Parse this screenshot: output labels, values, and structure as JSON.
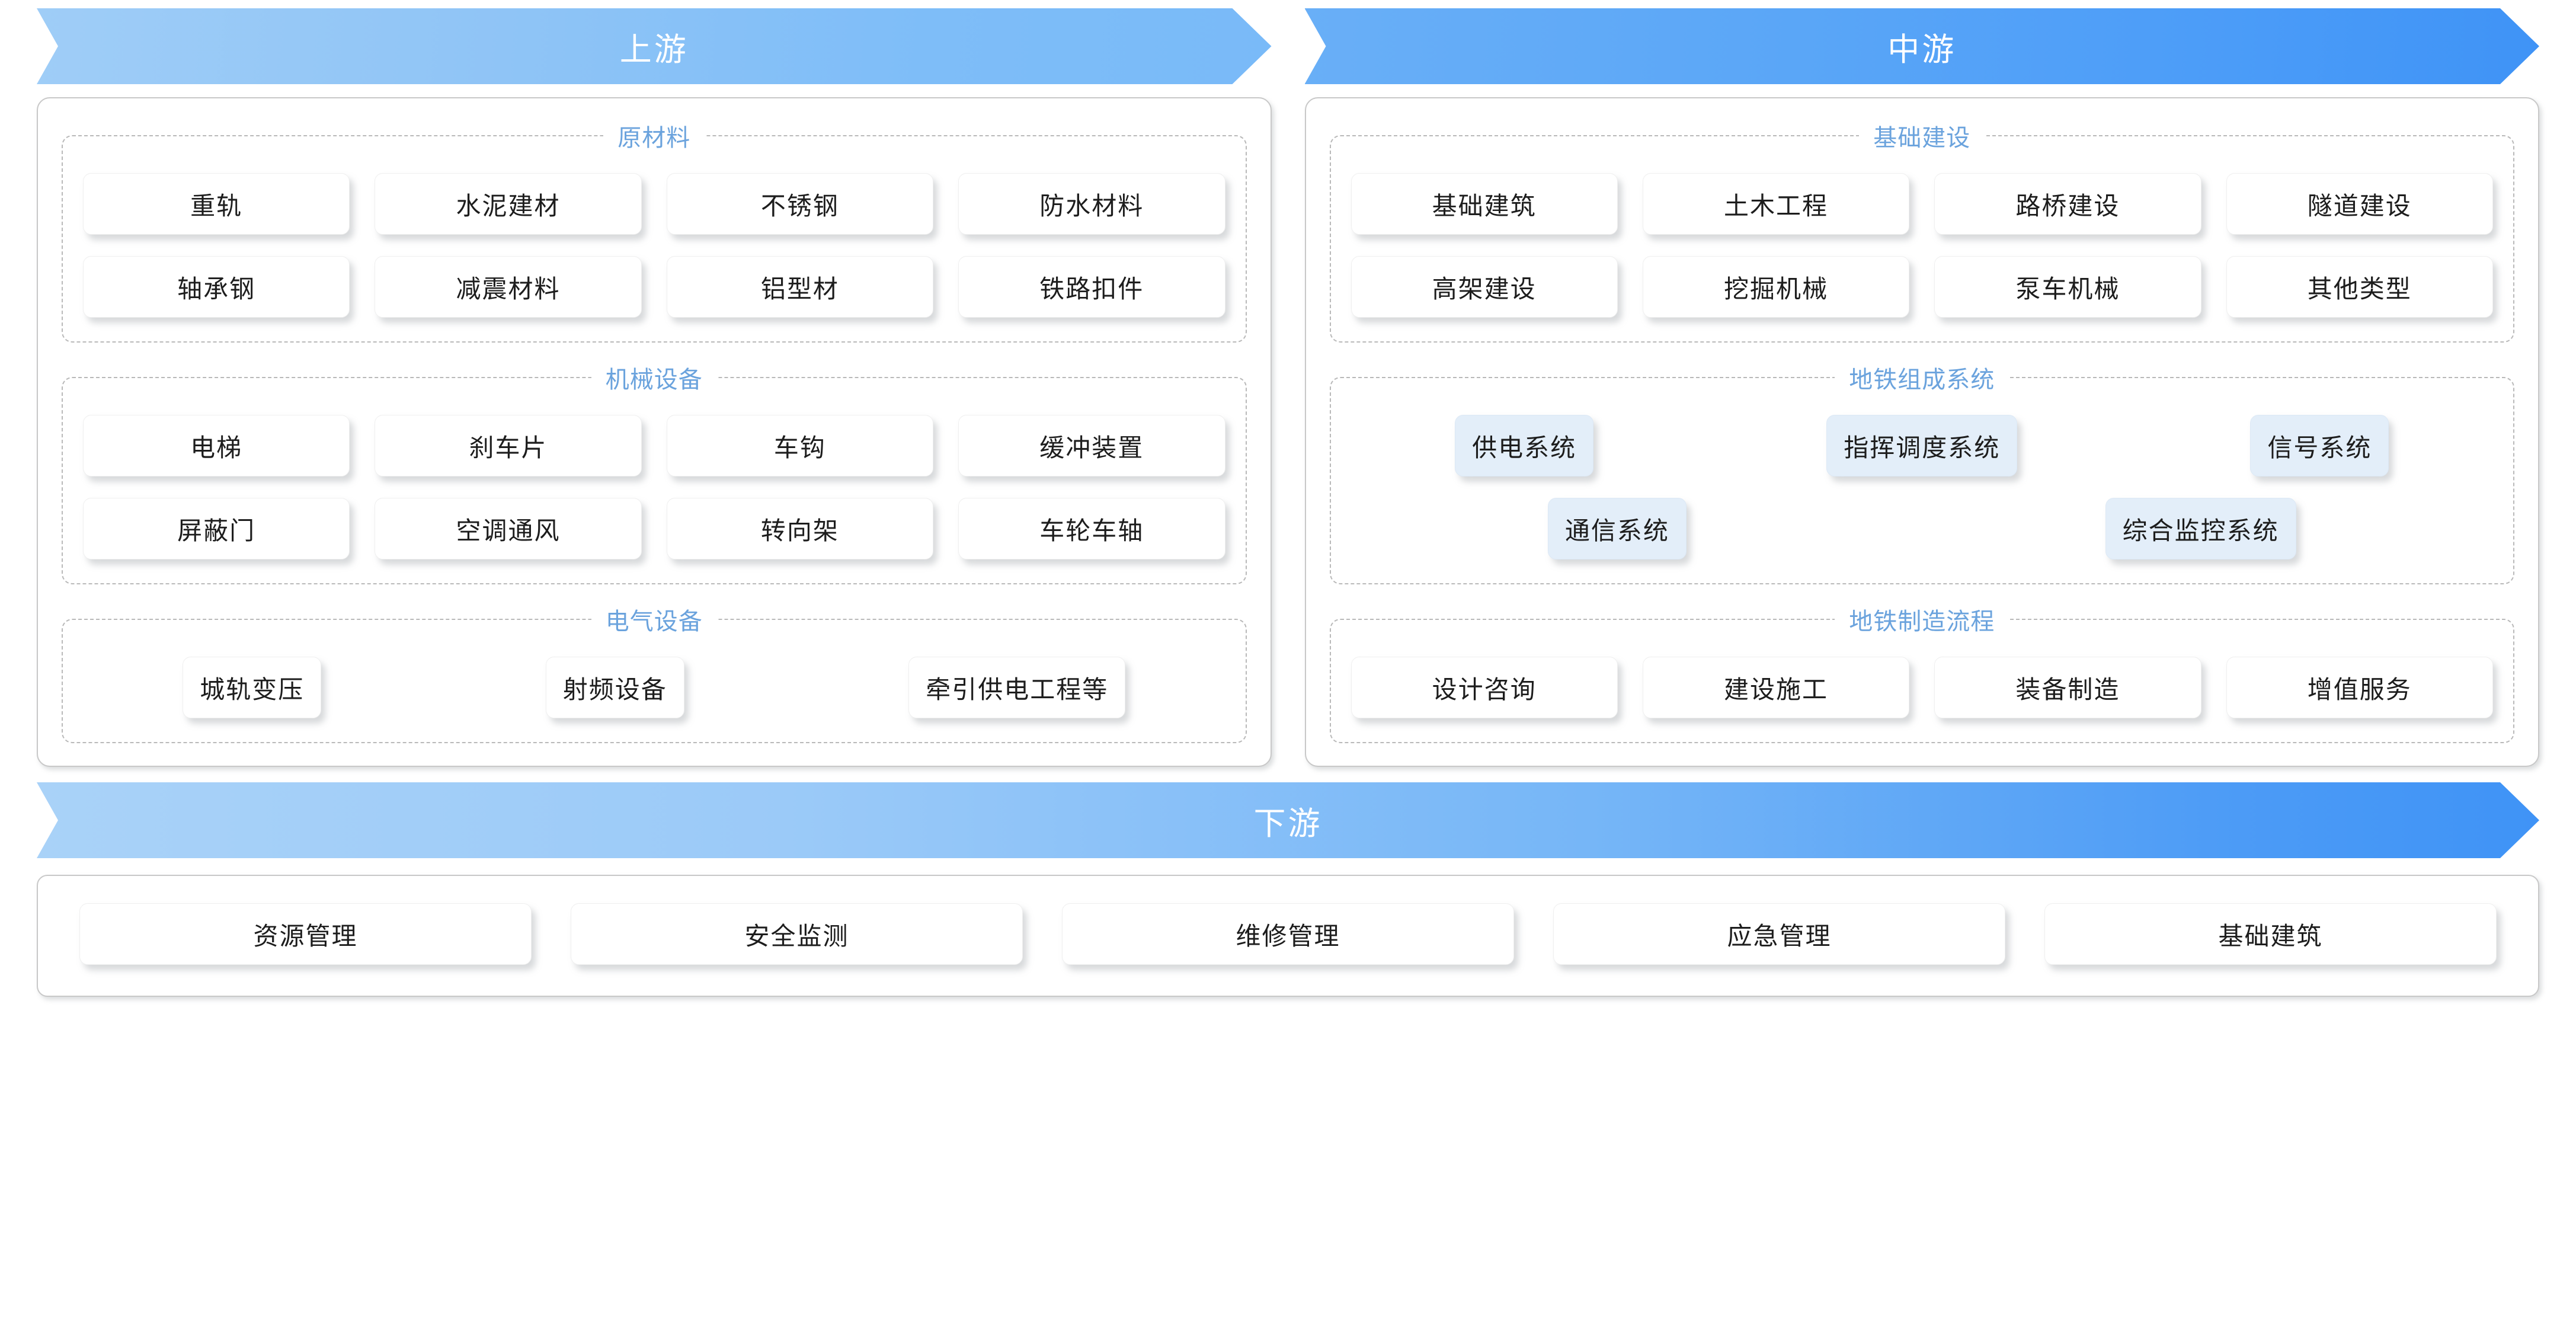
{
  "banners": {
    "upstream": "上游",
    "midstream": "中游",
    "downstream": "下游"
  },
  "colors": {
    "section_title": "#6ba3dd",
    "banner_upstream": "#8fc4f6",
    "banner_midstream": "#4b9cf8",
    "banner_downstream": "#76b6f7",
    "chip_tinted": "#e3eef9",
    "card_border": "#c8c8c8",
    "group_border": "#b9b9b9"
  },
  "upstream": {
    "groups": [
      {
        "title": "原材料",
        "rows": [
          [
            "重轨",
            "水泥建材",
            "不锈钢",
            "防水材料"
          ],
          [
            "轴承钢",
            "减震材料",
            "铝型材",
            "铁路扣件"
          ]
        ]
      },
      {
        "title": "机械设备",
        "rows": [
          [
            "电梯",
            "刹车片",
            "车钩",
            "缓冲装置"
          ],
          [
            "屏蔽门",
            "空调通风",
            "转向架",
            "车轮车轴"
          ]
        ]
      },
      {
        "title": "电气设备",
        "rows": [
          [
            "城轨变压",
            "射频设备",
            "牵引供电工程等"
          ]
        ]
      }
    ]
  },
  "midstream": {
    "groups": [
      {
        "title": "基础建设",
        "rows": [
          [
            "基础建筑",
            "土木工程",
            "路桥建设",
            "隧道建设"
          ],
          [
            "高架建设",
            "挖掘机械",
            "泵车机械",
            "其他类型"
          ]
        ]
      },
      {
        "title": "地铁组成系统",
        "rows": [
          [
            "供电系统",
            "指挥调度系统",
            "信号系统"
          ],
          [
            "通信系统",
            "综合监控系统"
          ]
        ]
      },
      {
        "title": "地铁制造流程",
        "rows": [
          [
            "设计咨询",
            "建设施工",
            "装备制造",
            "增值服务"
          ]
        ]
      }
    ]
  },
  "downstream": {
    "items": [
      "资源管理",
      "安全监测",
      "维修管理",
      "应急管理",
      "基础建筑"
    ]
  }
}
